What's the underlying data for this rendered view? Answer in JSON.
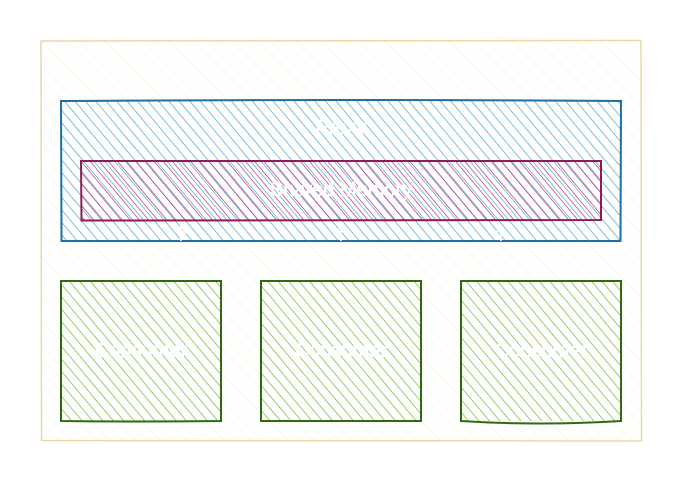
{
  "colors": {
    "frame_stroke": "#e8d9a6",
    "frame_hatch": "#f6f1d9",
    "proxy_stroke": "#1e6fa8",
    "proxy_hatch": "#3b9fd6",
    "memory_stroke": "#8e1b55",
    "memory_hatch": "#b81c7c",
    "consumer_stroke": "#2e6b0f",
    "consumer_hatch": "#6fae2e",
    "connector": "#ffffff",
    "label": "#ffffff"
  },
  "proxy": {
    "label": "Proxy"
  },
  "shared_memory": {
    "label": "Shared Memory"
  },
  "consumers": [
    {
      "label": "Consumer"
    },
    {
      "label": "Consumer"
    },
    {
      "label": "Consumer"
    }
  ]
}
